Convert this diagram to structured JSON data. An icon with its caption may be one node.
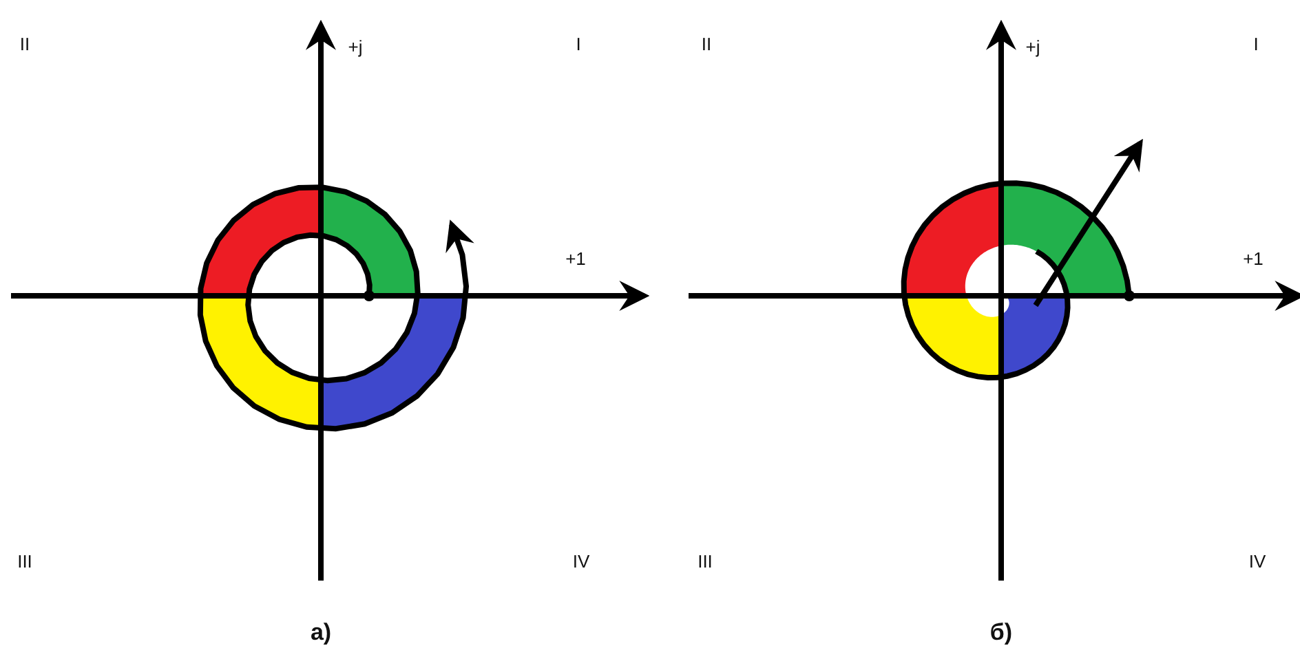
{
  "diagram": {
    "labels": [
      "II",
      "+j",
      "I",
      "II",
      "+j",
      "I",
      "+1",
      "+1",
      "III",
      "IV",
      "III",
      "IV",
      "а)",
      "б)"
    ]
  }
}
